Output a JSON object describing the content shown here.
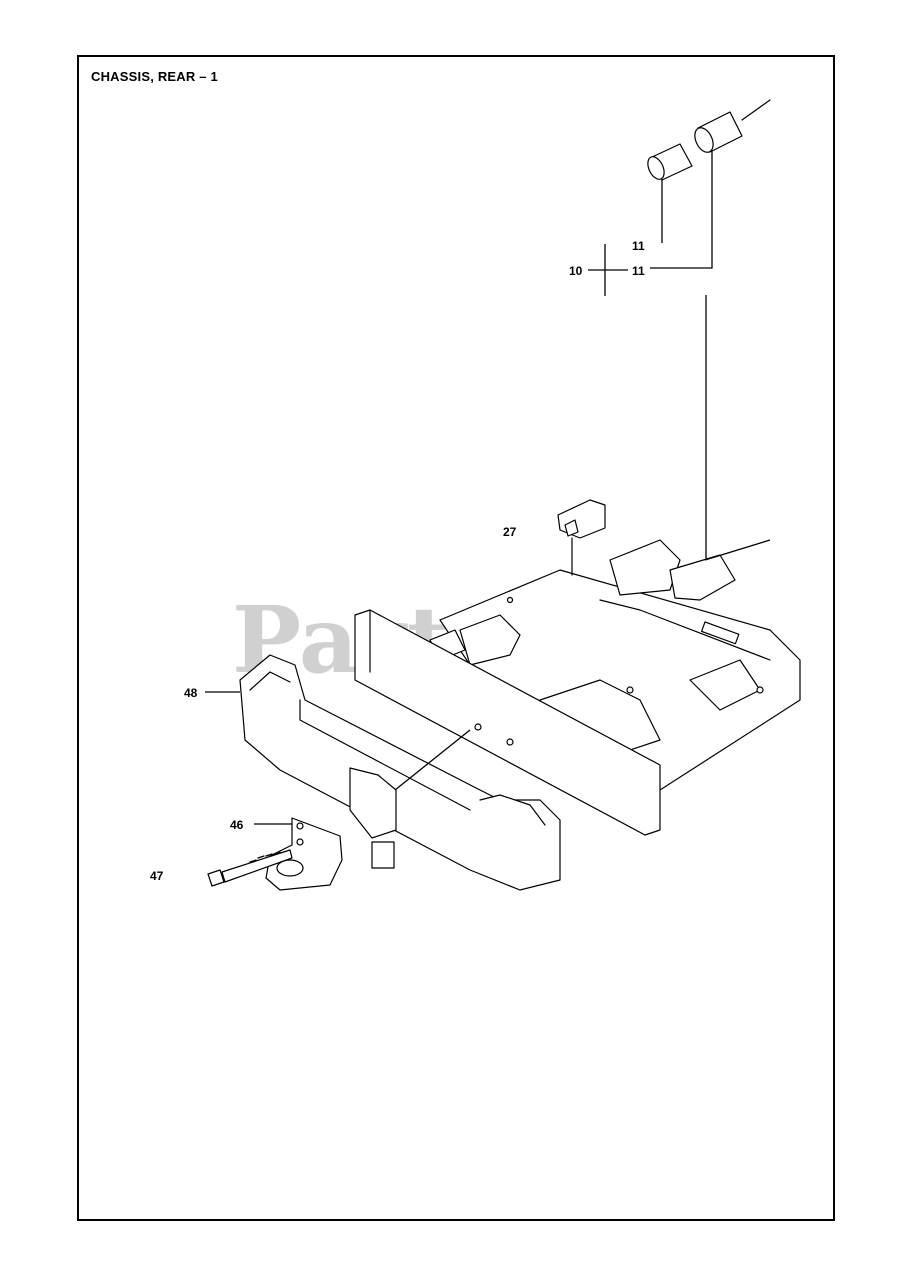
{
  "title": "CHASSIS, REAR – 1",
  "watermark": {
    "text": "PartsTree",
    "trademark": "™"
  },
  "callouts": {
    "c10": "10",
    "c11_upper": "11",
    "c11_lower": "11",
    "c27": "27",
    "c48": "48",
    "c46": "46",
    "c47": "47"
  }
}
